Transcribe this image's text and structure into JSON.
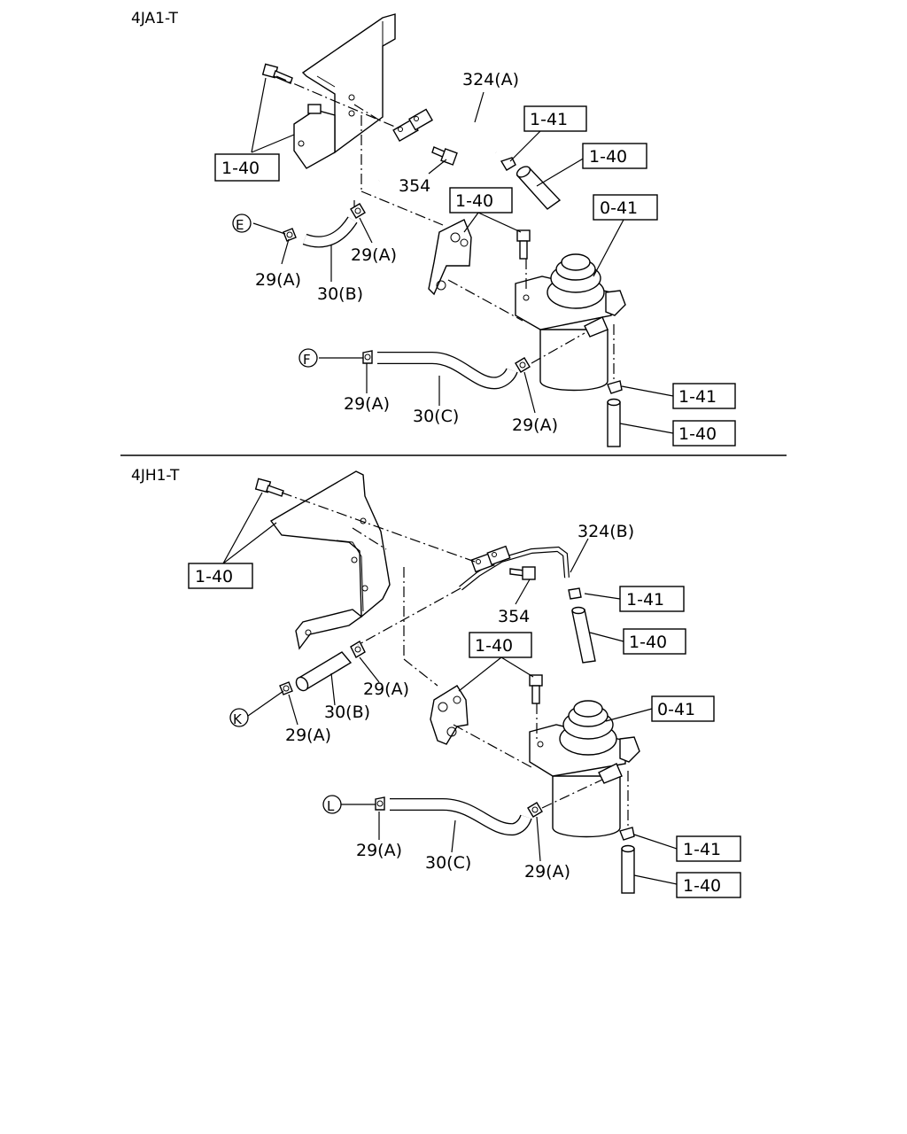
{
  "top": {
    "header": "4JA1-T",
    "callouts": {
      "c1": "1-40",
      "c2": "324(A)",
      "c3": "1-41",
      "c4": "1-40",
      "c5": "354",
      "c6": "1-40",
      "c7": "0-41",
      "c8": "29(A)",
      "c9": "29(A)",
      "c10": "30(B)",
      "c11": "29(A)",
      "c12": "30(C)",
      "c13": "29(A)",
      "c14": "1-41",
      "c15": "1-40"
    },
    "markers": {
      "m1": "E",
      "m2": "F"
    }
  },
  "bottom": {
    "header": "4JH1-T",
    "callouts": {
      "c1": "1-40",
      "c2": "324(B)",
      "c3": "354",
      "c4": "1-41",
      "c5": "1-40",
      "c6": "1-40",
      "c7": "29(A)",
      "c8": "30(B)",
      "c9": "29(A)",
      "c10": "0-41",
      "c11": "29(A)",
      "c12": "30(C)",
      "c13": "29(A)",
      "c14": "1-41",
      "c15": "1-40"
    },
    "markers": {
      "m1": "K",
      "m2": "L"
    }
  }
}
